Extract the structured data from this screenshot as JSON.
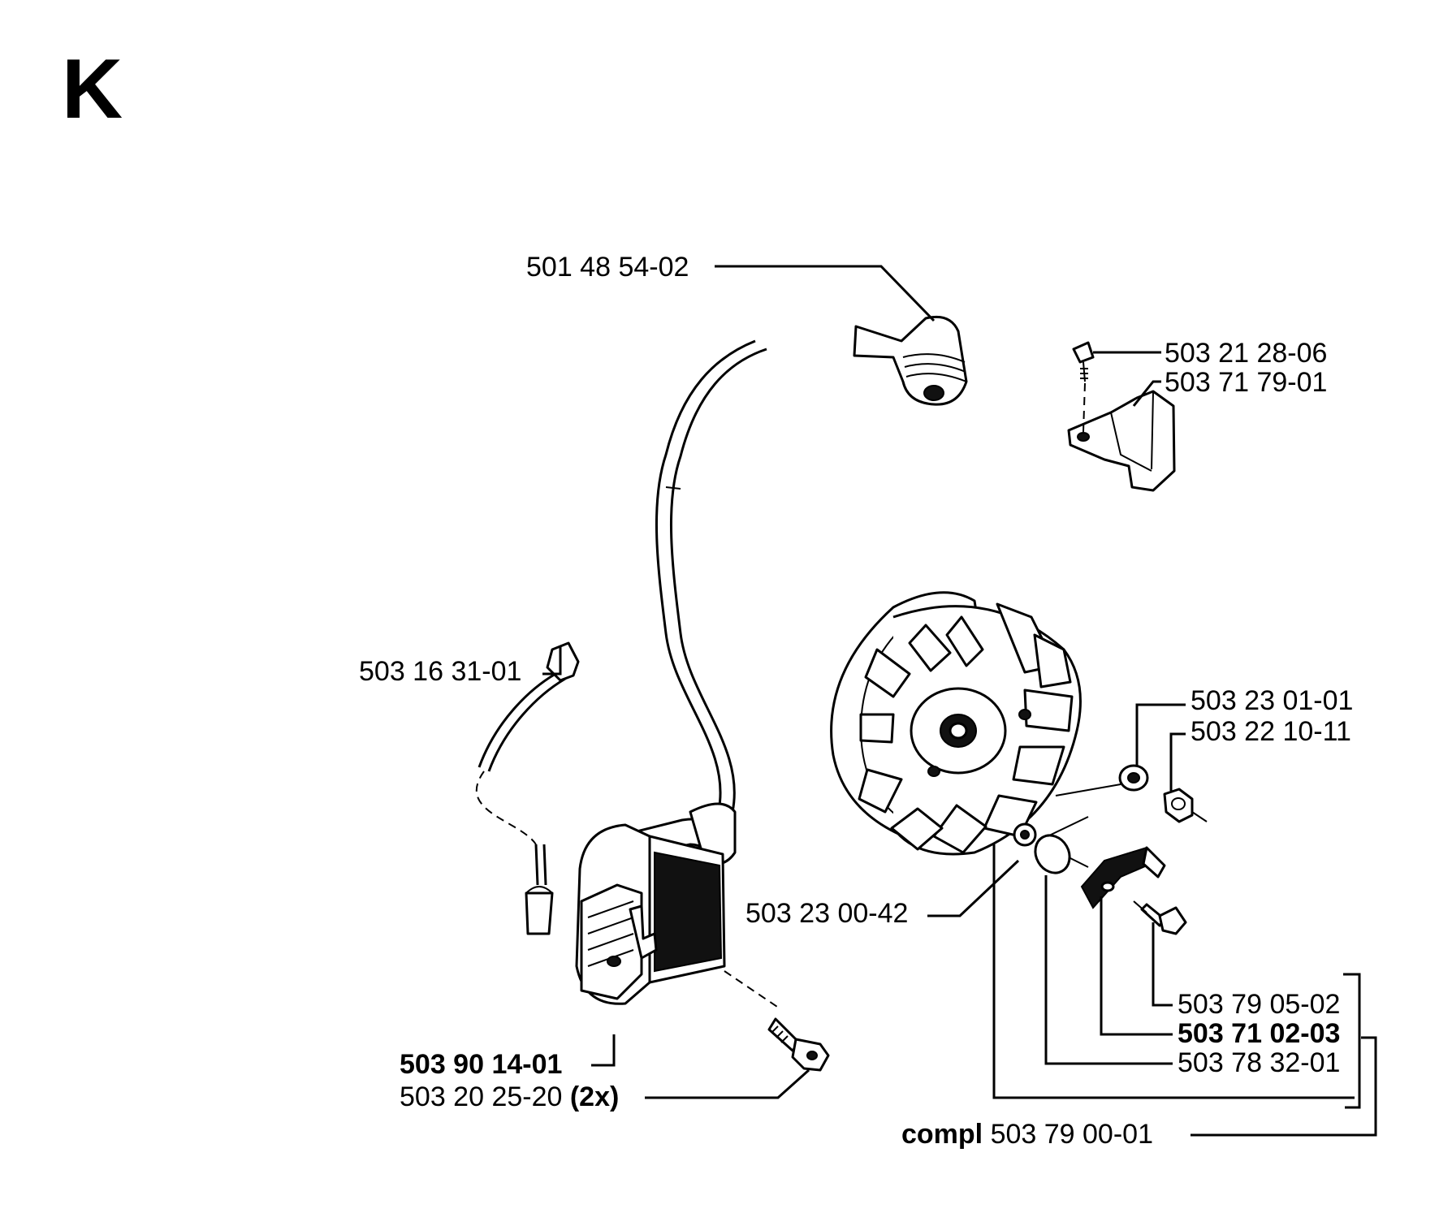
{
  "page_letter": "K",
  "labels": {
    "spark_plug_cap": "501 48 54-02",
    "screw_top": "503 21 28-06",
    "bracket": "503 71 79-01",
    "terminal": "503 16 31-01",
    "washer": "503 23 01-01",
    "nut": "503 22 10-11",
    "flywheel_washer": "503 23 00-42",
    "pawl_screw": "503 79 05-02",
    "pawl": "503 71 02-03",
    "spring": "503 78 32-01",
    "ignition_module": "503 90 14-01",
    "module_screw": "503 20 25-20",
    "module_screw_qty": "(2x)",
    "compl_prefix": "compl",
    "compl_part": "503 79 00-01"
  }
}
